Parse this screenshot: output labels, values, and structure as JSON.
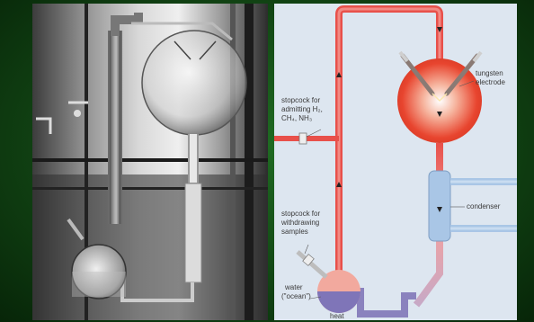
{
  "labels": {
    "tungsten": "tungsten",
    "electrode": "electrode",
    "stopcock_admit_1": "stopcock for",
    "stopcock_admit_2": "admitting H₂,",
    "stopcock_admit_3": "CH₄, NH₃",
    "condenser": "condenser",
    "stopcock_withdraw_1": "stopcock for",
    "stopcock_withdraw_2": "withdrawing",
    "stopcock_withdraw_3": "samples",
    "water_1": "water",
    "water_2": "(\"ocean\")",
    "heat": "heat"
  },
  "colors": {
    "background": "#0e3a10",
    "tube": "#e8504a",
    "flask": "#e8452f",
    "water": "#7f75b8",
    "condenser": "#a9c6e6",
    "diagram_bg": "#dde6f0"
  },
  "icons": [
    "arrow-up-icon",
    "arrow-down-icon",
    "arrow-right-icon"
  ]
}
